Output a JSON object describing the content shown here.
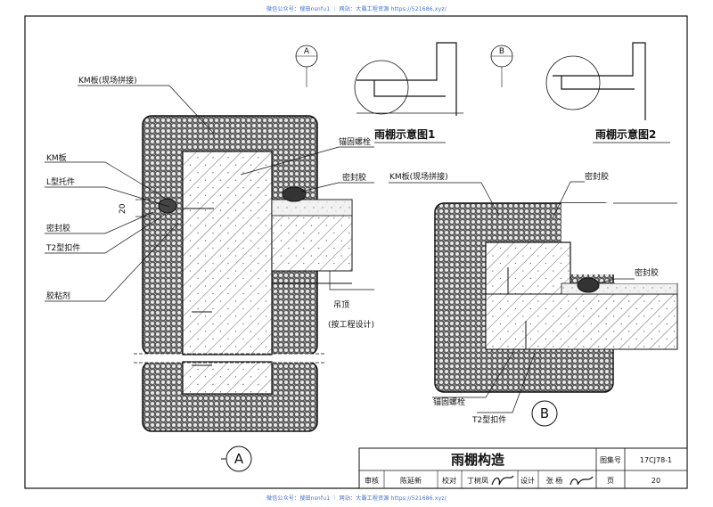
{
  "watermark": {
    "top": "微信公众号：搜田nsnfu1 ｜ 网站：大霸工程资源 https://521686.xyz/",
    "bottom": "微信公众号：搜田nsnfu1 ｜ 网站：大霸工程资源 https://521686.xyz/"
  },
  "diagram_a": {
    "labels": {
      "km_site": "KM板(现场拼接)",
      "km": "KM板",
      "l_bracket": "L型托件",
      "dim_20": "20",
      "sealant_left": "密封胶",
      "t2": "T2型扣件",
      "adhesive": "胶粘剂",
      "anchor_bolt": "锚固螺栓",
      "sealant_right": "密封胶",
      "ceiling": "吊顶",
      "ceiling_note": "(按工程设计)"
    },
    "marker": "A"
  },
  "schematic_1": {
    "marker": "A",
    "title": "雨棚示意图1"
  },
  "schematic_2": {
    "marker": "B",
    "title": "雨棚示意图2"
  },
  "diagram_b": {
    "labels": {
      "km_site": "KM板(现场拼接)",
      "sealant_top": "密封胶",
      "sealant_mid": "密封胶",
      "anchor_bolt": "锚固螺栓",
      "t2": "T2型扣件"
    },
    "marker": "B"
  },
  "title_block": {
    "title": "雨棚构造",
    "atlas_label": "图集号",
    "atlas_value": "17CJ78-1",
    "review_label": "审核",
    "review_name": "陈延新",
    "check_label": "校对",
    "check_name": "丁树凤",
    "design_label": "设计",
    "design_name": "张  杨",
    "page_label": "页",
    "page_value": "20"
  }
}
